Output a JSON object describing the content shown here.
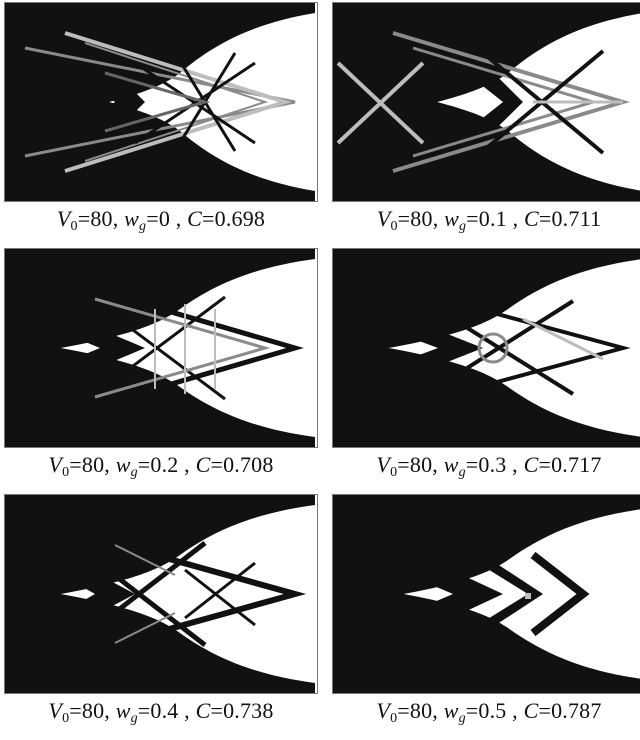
{
  "panels": [
    {
      "v_sub": "0",
      "v_val": "80",
      "w_sub": "g",
      "w_val": "0",
      "c_val": "0.698",
      "gray_level": "high"
    },
    {
      "v_sub": "0",
      "v_val": "80",
      "w_sub": "g",
      "w_val": "0.1",
      "c_val": "0.711",
      "gray_level": "high"
    },
    {
      "v_sub": "0",
      "v_val": "80",
      "w_sub": "g",
      "w_val": "0.2",
      "c_val": "0.708",
      "gray_level": "medium"
    },
    {
      "v_sub": "0",
      "v_val": "80",
      "w_sub": "g",
      "w_val": "0.3",
      "c_val": "0.717",
      "gray_level": "medium"
    },
    {
      "v_sub": "0",
      "v_val": "80",
      "w_sub": "g",
      "w_val": "0.4",
      "c_val": "0.738",
      "gray_level": "low"
    },
    {
      "v_sub": "0",
      "v_val": "80",
      "w_sub": "g",
      "w_val": "0.5",
      "c_val": "0.787",
      "gray_level": "none"
    }
  ],
  "labels": {
    "v": "V",
    "w": "w",
    "c": "C"
  },
  "colors": {
    "solid": "#111111",
    "gray": "#8a8a8a",
    "light_gray": "#bdbdbd",
    "void": "#ffffff",
    "frame": "#777777"
  }
}
